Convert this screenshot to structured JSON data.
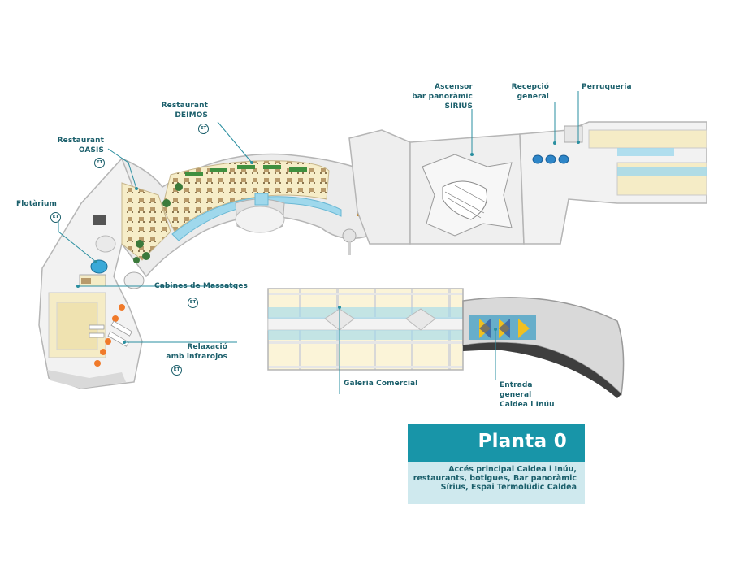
{
  "labels": {
    "deimos": [
      "Restaurant",
      "DEIMOS"
    ],
    "oasis": [
      "Restaurant",
      "OASIS"
    ],
    "flotarium": [
      "Flotàrium"
    ],
    "massatges": [
      "Cabines de Massatges"
    ],
    "infrarojos": [
      "Relaxació",
      "amb infrarojos"
    ],
    "ascensor": [
      "Ascensor",
      "bar panoràmic",
      "SÍRIUS"
    ],
    "recepcio": [
      "Recepció",
      "general"
    ],
    "perruqueria": [
      "Perruqueria"
    ],
    "galeria": [
      "Galeria Comercial"
    ],
    "entrada": [
      "Entrada",
      "general",
      "Caldea i Inúu"
    ]
  },
  "et_badge": "ET",
  "legend": {
    "title": "Planta 0",
    "description": [
      "Accés principal Caldea i Inúu,",
      "restaurants, botigues, Bar panoràmic",
      "Sírius, Espai  Termolúdic Caldea"
    ]
  },
  "colors": {
    "accent": "#1895a8",
    "label_text": "#1b5f6b",
    "legend_bg": "#cfe9ee",
    "leader_line": "#2a8fa0",
    "floor_cream": "#f3ebc9",
    "glass_blue": "#9fd8ec",
    "wall_grey": "#dcdcdc",
    "orange": "#f0a020"
  },
  "icons": [
    "et-badge-icon",
    "leader-dot-icon",
    "pool-icon",
    "palm-icon",
    "table-icon"
  ]
}
